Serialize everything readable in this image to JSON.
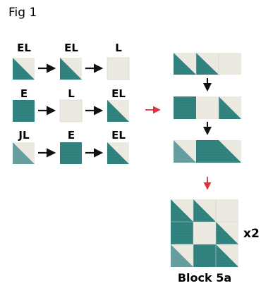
{
  "figure": {
    "title": "Fig 1",
    "rows": [
      [
        "EL",
        "EL",
        "L"
      ],
      [
        "E",
        "L",
        "EL"
      ],
      [
        "JL",
        "E",
        "EL"
      ]
    ],
    "multiplier": "x2",
    "caption": "Block 5a"
  },
  "colors": {
    "teal": "#2f7f7c",
    "light": "#ebe9e0",
    "arrow": "#111111",
    "red_arrow": "#e0303a"
  },
  "icons": [
    "arrow-right-icon",
    "arrow-down-icon"
  ]
}
